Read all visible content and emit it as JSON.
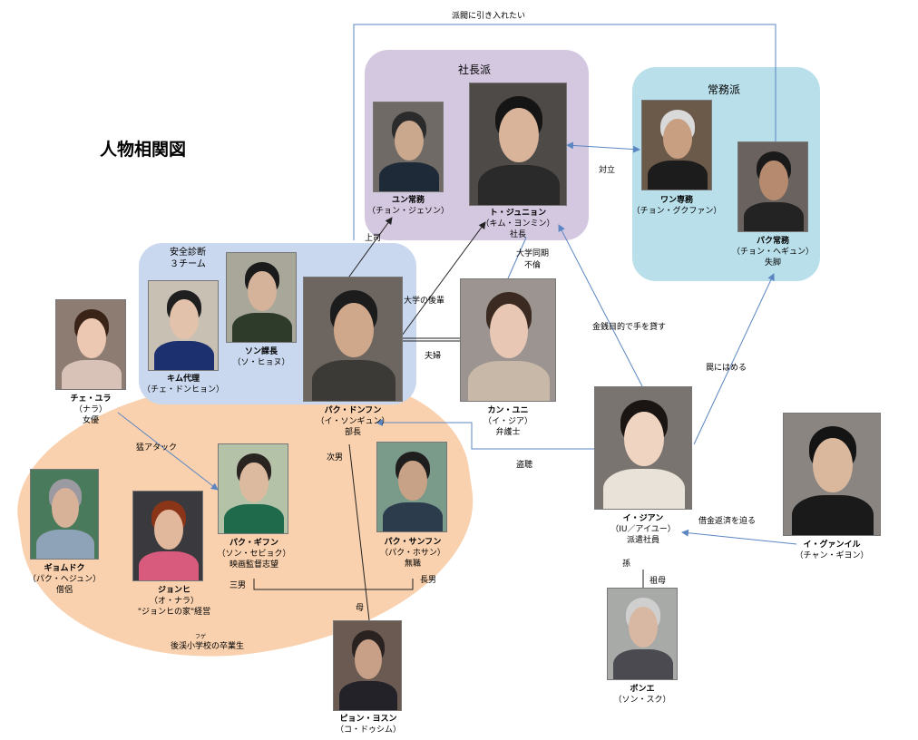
{
  "title": "人物相関図",
  "groups": {
    "president": "社長派",
    "executive": "常務派",
    "safety": "安全診断\n３チーム"
  },
  "colors": {
    "president_bg": "#d4c8e0",
    "executive_bg": "#b9dfea",
    "safety_bg": "#c9d8ee",
    "family_bg": "#f9d1ae",
    "arrow": "#5b86c2"
  },
  "people": {
    "yun": {
      "name": "ユン常務",
      "actor": "（チョン・ジェソン）",
      "role": ""
    },
    "do": {
      "name": "ト・ジュニョン",
      "actor": "（キム・ヨンミン）",
      "role": "社長"
    },
    "wang": {
      "name": "ワン専務",
      "actor": "（チョン・グクファン）",
      "role": ""
    },
    "park_j": {
      "name": "パク常務",
      "actor": "（チョン・ヘギュン）",
      "role": "失脚"
    },
    "kim": {
      "name": "キム代理",
      "actor": "（チェ・ドンヒョン）",
      "role": ""
    },
    "song": {
      "name": "ソン課長",
      "actor": "（ソ・ヒョヌ）",
      "role": ""
    },
    "dong": {
      "name": "パク・ドンフン",
      "actor": "（イ・ソンギュン）",
      "role": "部長"
    },
    "kang": {
      "name": "カン・ユニ",
      "actor": "（イ・ジア）",
      "role": "弁護士"
    },
    "jiang": {
      "name": "イ・ジアン",
      "actor": "（IU／アイユー）",
      "role": "派遣社員"
    },
    "kwang": {
      "name": "イ・グァンイル",
      "actor": "（チャン・ギヨン）",
      "role": ""
    },
    "chae": {
      "name": "チェ・ユラ",
      "actor": "（ナラ）",
      "role": "女優"
    },
    "gyum": {
      "name": "ギョムドク",
      "actor": "（パク・ヘジュン）",
      "role": "僧侶"
    },
    "jonghi": {
      "name": "ジョンヒ",
      "actor": "（オ・ナラ）",
      "role": "\"ジョンヒの家\"経営"
    },
    "ki": {
      "name": "パク・ギフン",
      "actor": "（ソン・セビョク）",
      "role": "映画監督志望"
    },
    "sang": {
      "name": "パク・サンフン",
      "actor": "（パク・ホサン）",
      "role": "無職"
    },
    "byeon": {
      "name": "ピョン・ヨスン",
      "actor": "（コ・ドゥシム）",
      "role": ""
    },
    "bongae": {
      "name": "ボンエ",
      "actor": "（ソン・スク）",
      "role": ""
    }
  },
  "relations": {
    "faction_pull": "派閥に引き入れたい",
    "oppose": "対立",
    "boss": "上司",
    "college_junior": "大学の後輩",
    "couple": "夫婦",
    "college_mate": "大学同期",
    "affair": "不倫",
    "lend_money": "金銭目的で手を貸す",
    "trap": "罠にはめる",
    "wiretap": "盗聴",
    "loan_press": "借金返済を迫る",
    "grandchild": "孫",
    "grandmother": "祖母",
    "second_son": "次男",
    "third_son": "三男",
    "eldest_son": "長男",
    "mother": "母",
    "fierce_attack": "猛アタック",
    "alumni_ruby": "フゲ",
    "alumni": "後渓小学校の卒業生"
  }
}
